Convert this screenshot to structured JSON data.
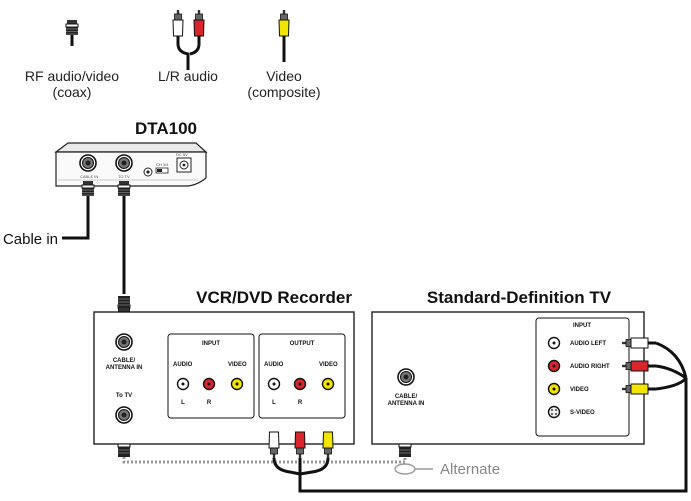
{
  "legend": {
    "rf": [
      "RF audio/video",
      "(coax)"
    ],
    "lr": "L/R audio",
    "video": [
      "Video",
      "(composite)"
    ]
  },
  "dta": {
    "title": "DTA100",
    "port_cable_in": "CABLE IN",
    "port_to_tv": "TO TV",
    "port_dc": "DC 5V",
    "port_ch": "CH 3/4"
  },
  "cable_in_label": "Cable in",
  "vcr": {
    "title": "VCR/DVD Recorder",
    "cable_antenna_in": [
      "CABLE/",
      "ANTENNA IN"
    ],
    "to_tv": "To TV",
    "input": {
      "heading": "INPUT",
      "audio": "AUDIO",
      "video": "VIDEO",
      "l": "L",
      "r": "R"
    },
    "output": {
      "heading": "OUTPUT",
      "audio": "AUDIO",
      "video": "VIDEO",
      "l": "L",
      "r": "R"
    }
  },
  "tv": {
    "title": "Standard-Definition TV",
    "cable_antenna_in": [
      "CABLE/",
      "ANTENNA IN"
    ],
    "input": {
      "heading": "INPUT",
      "rows": [
        "AUDIO LEFT",
        "AUDIO RIGHT",
        "VIDEO",
        "S-VIDEO"
      ]
    }
  },
  "alternate_label": "Alternate",
  "colors": {
    "jack_white": "#ffffff",
    "jack_red": "#d8262c",
    "jack_yellow": "#f2e600",
    "line": "#111111",
    "dotted": "#9a9a9a"
  }
}
